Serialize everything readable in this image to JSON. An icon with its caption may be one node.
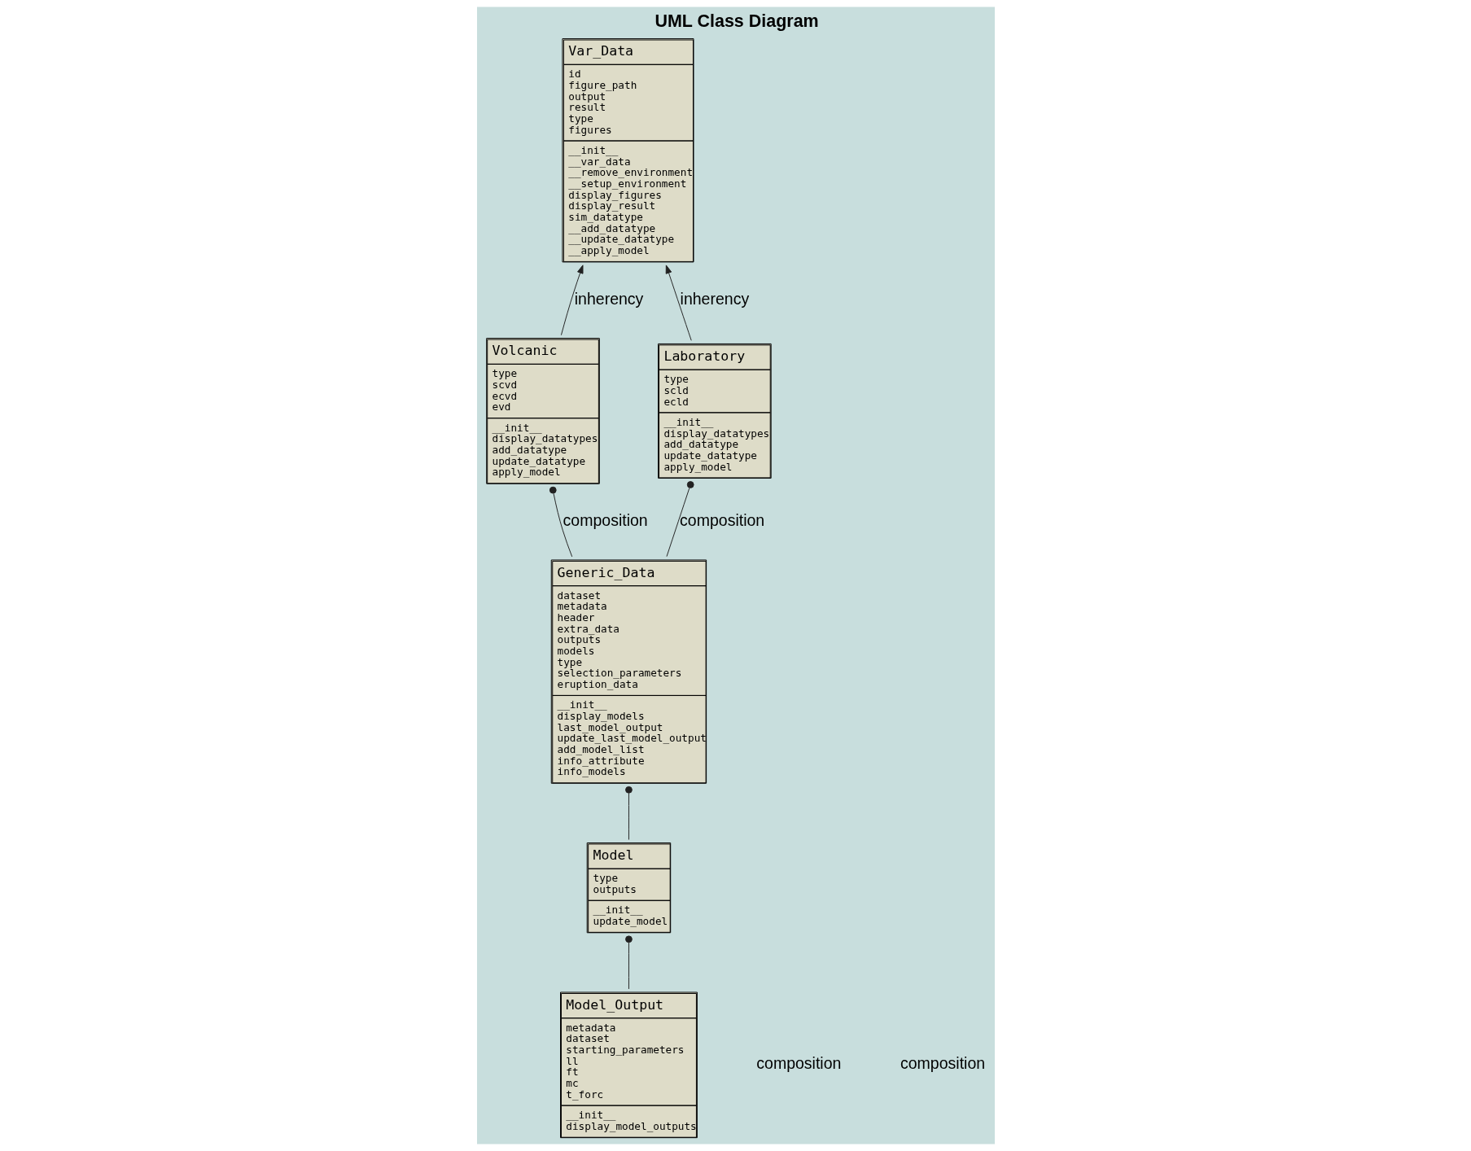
{
  "diagram": {
    "title": "UML Class Diagram",
    "nodes": [
      {
        "text": [
          "Var_Data",
          "id figure_path output result type figures",
          "__init__ __var_data __remove_environment __setup_environment display_figures display_result sim_datatype __add_datatype __update_datatype __apply_model"
        ]
      },
      {
        "text": [
          "Volcanic",
          "type scvd ecvd evd",
          "__init__ display_datatypes add_datatype update_datatype apply_model"
        ]
      },
      {
        "text": [
          "Laboratory",
          "type scld ecld",
          "__init__ display_datatypes add_datatype update_datatype apply_model"
        ]
      },
      {
        "text": [
          "Generic_Data",
          "dataset metadata header extra_data outputs models type selection_parameters eruption_data",
          "__init__ display_models last_model_output update_last_model_output add_model_list info_attribute info_models"
        ]
      },
      {
        "text": [
          "Model",
          "type outputs",
          "__init__ update_model"
        ]
      },
      {
        "text": [
          "Model_Output",
          "metadata dataset starting_parameters ll ft mc t_forc",
          "__init__ display_model_outputs"
        ]
      }
    ],
    "edges": [
      {
        "from": 1,
        "to": 0,
        "arrow": "to",
        "label": "inherency"
      },
      {
        "from": 2,
        "to": 0,
        "arrow": "to",
        "label": "inherency"
      },
      {
        "from": 3,
        "to": 1,
        "arrow": "other",
        "label": "composition"
      },
      {
        "from": 3,
        "to": 2,
        "arrow": "other",
        "label": "composition"
      },
      {
        "from": 4,
        "to": 3,
        "arrow": "other"
      },
      {
        "from": 5,
        "to": 4,
        "arrow": "other"
      }
    ],
    "labels": [
      "composition",
      "composition"
    ]
  }
}
